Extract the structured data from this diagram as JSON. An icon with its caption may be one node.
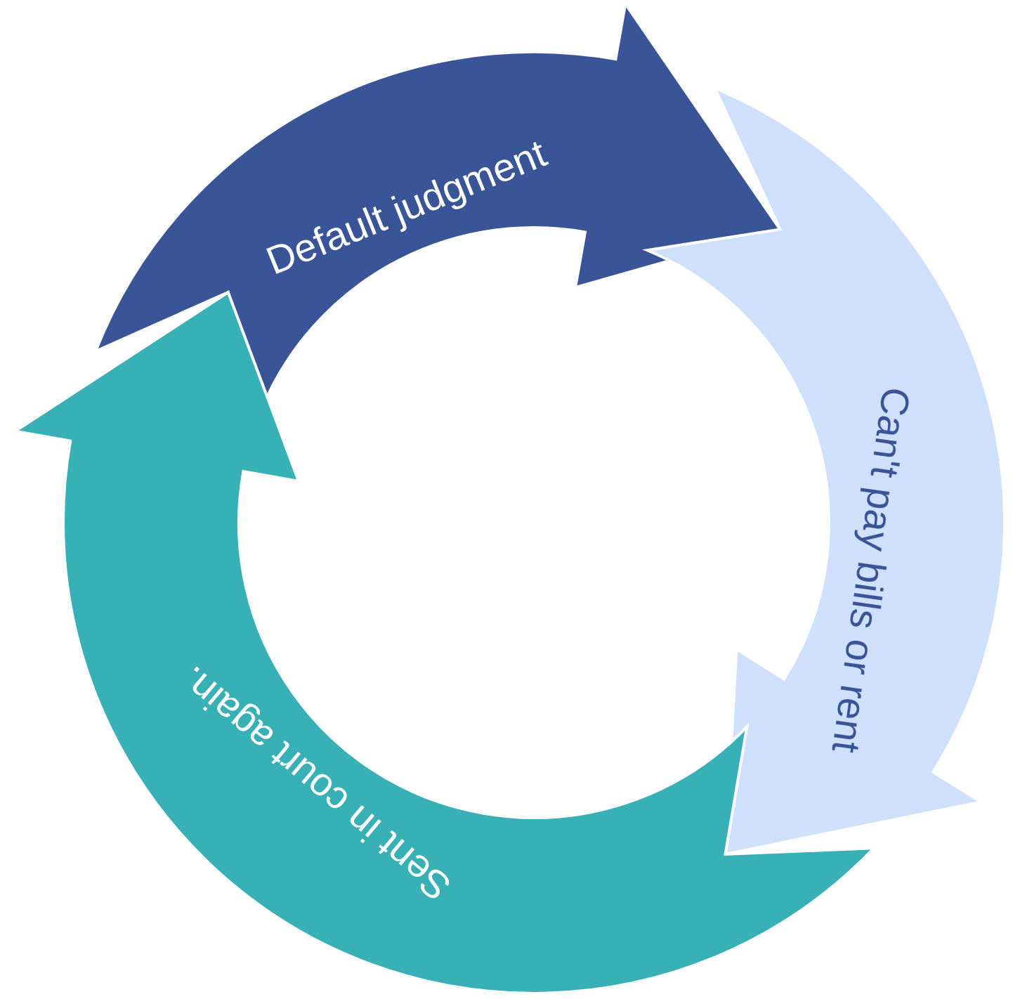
{
  "diagram": {
    "nodes": [
      {
        "text": [
          "Default judgment"
        ]
      },
      {
        "text": [
          "Can't pay bills or rent"
        ]
      },
      {
        "text": [
          "Sent in court again."
        ]
      }
    ]
  }
}
